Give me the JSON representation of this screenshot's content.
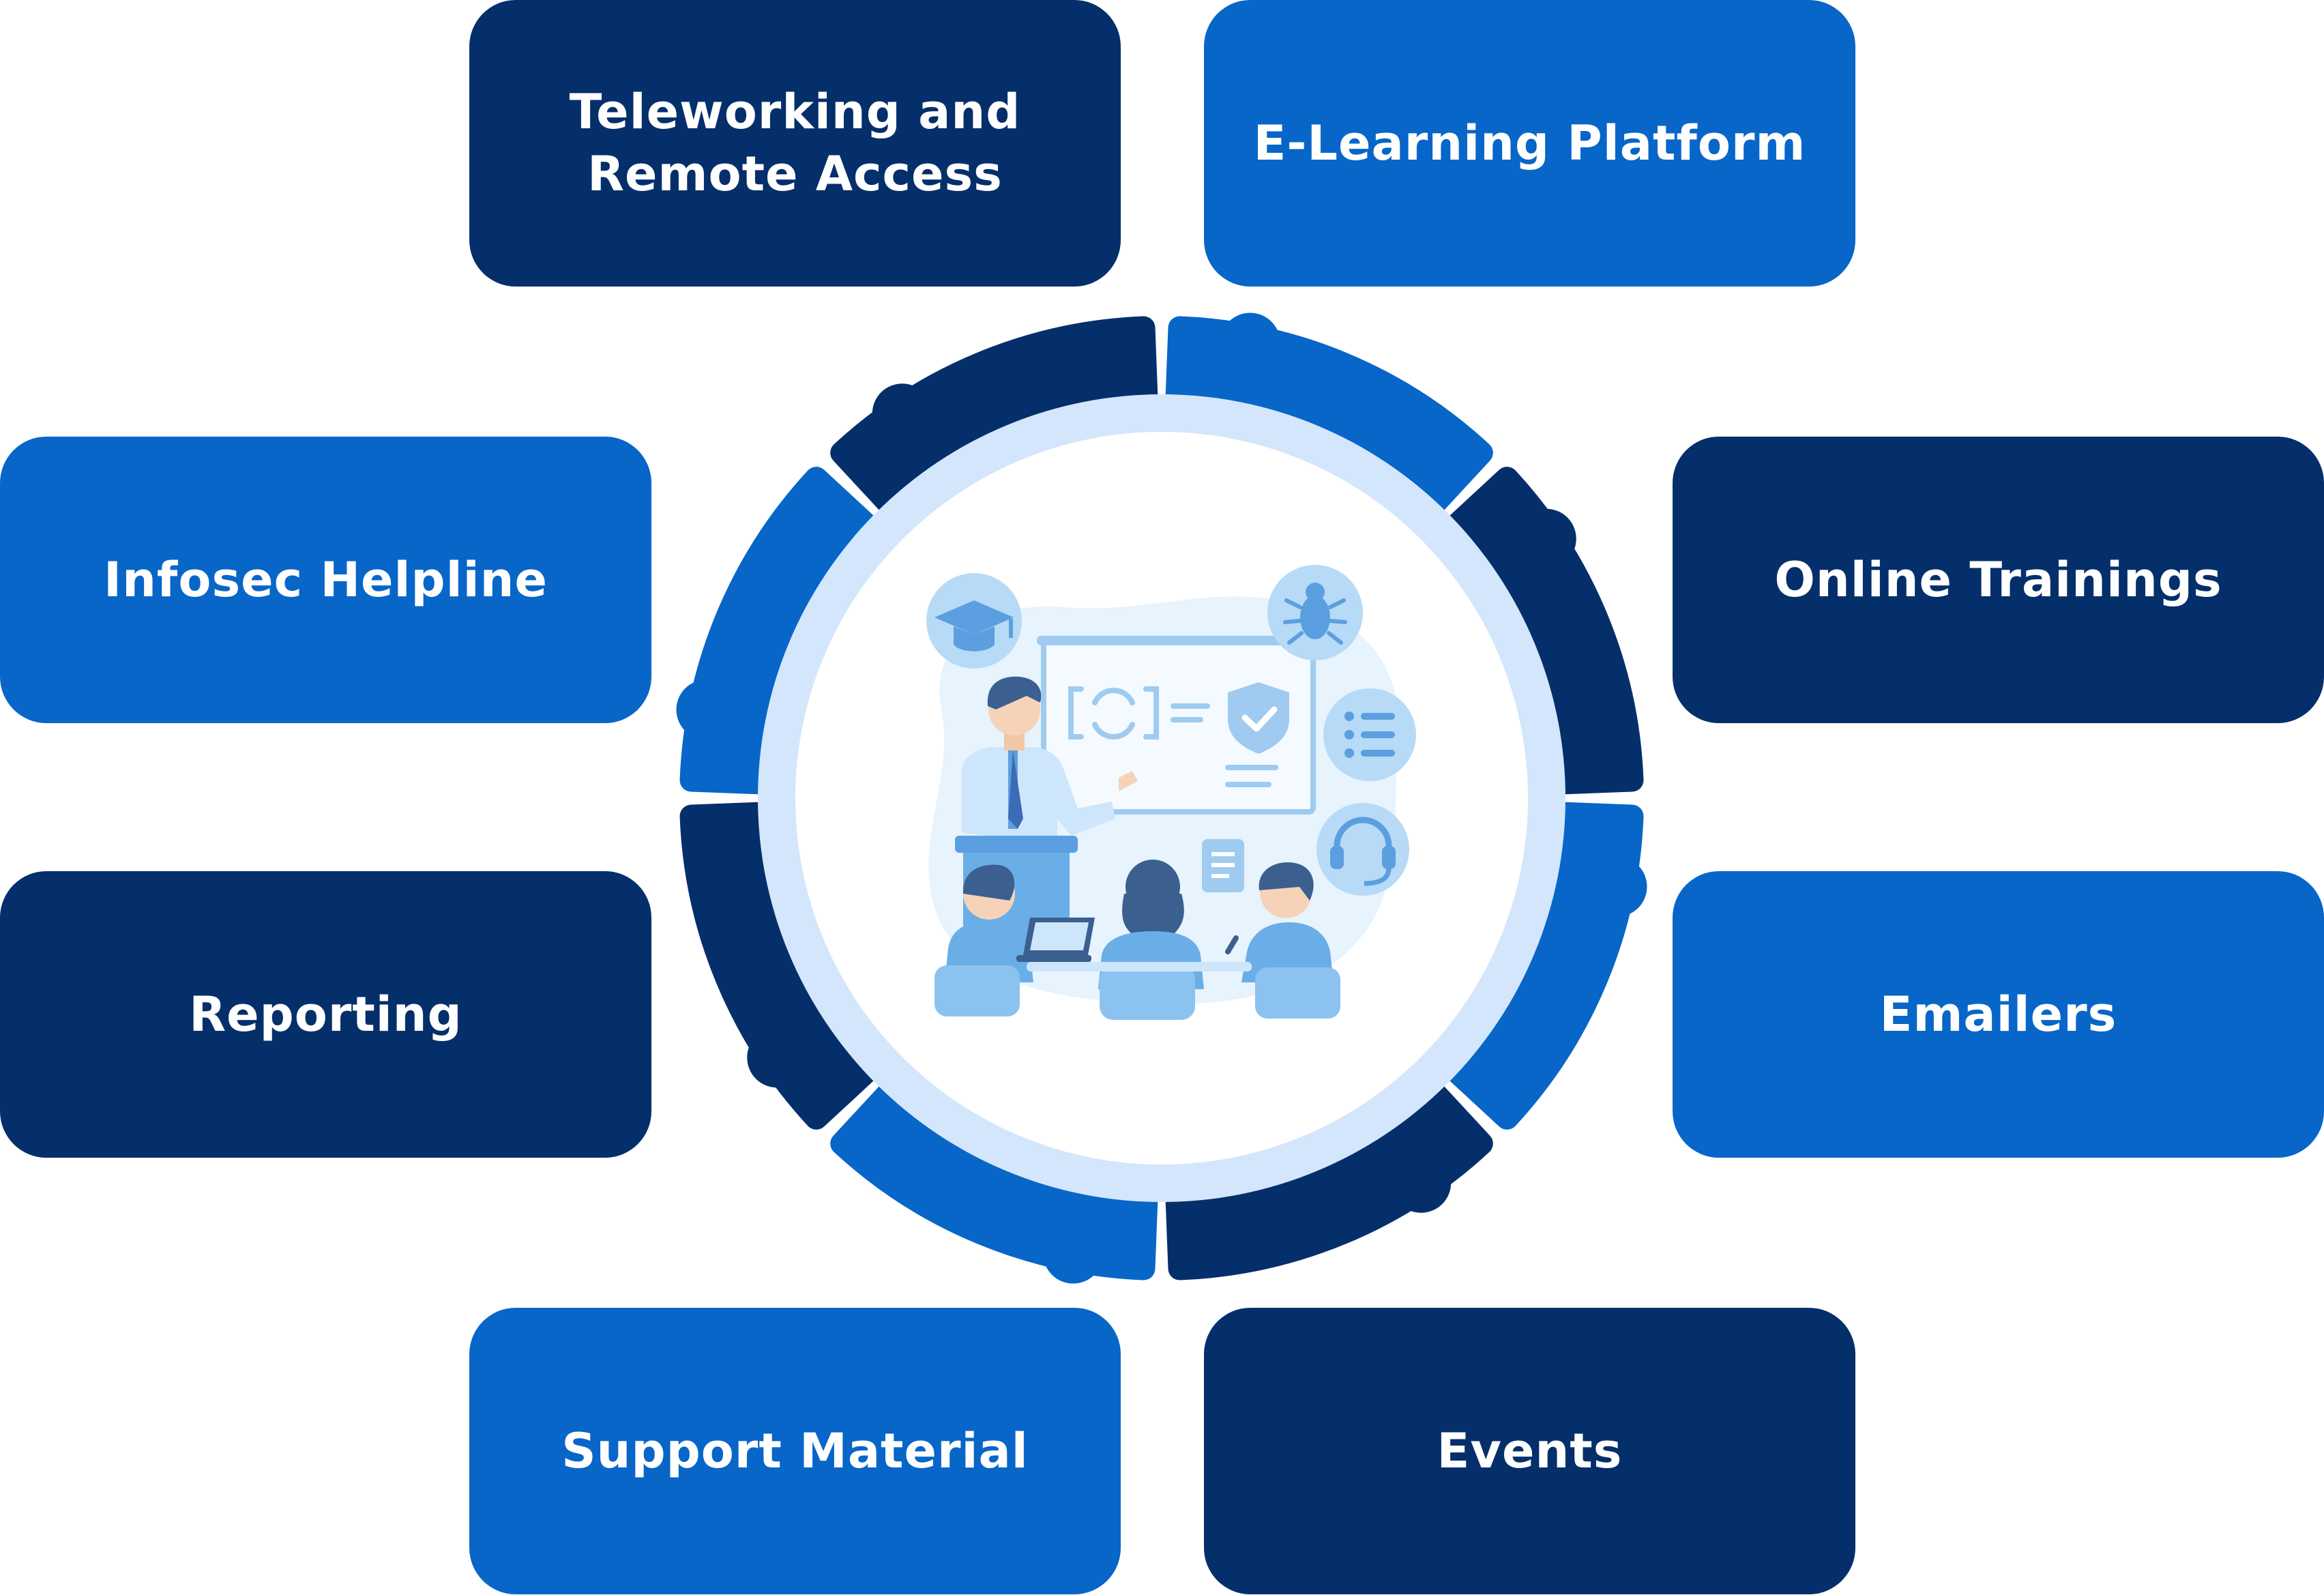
{
  "items": [
    {
      "label_line1": "Teleworking and",
      "label_line2": "Remote Access"
    },
    {
      "label": "E-Learning Platform"
    },
    {
      "label": "Infosec Helpline"
    },
    {
      "label": "Online Trainings"
    },
    {
      "label": "Reporting"
    },
    {
      "label": "Emailers"
    },
    {
      "label": "Support Material"
    },
    {
      "label": "Events"
    }
  ],
  "colors": {
    "dark": "#042f6b",
    "light": "#0766c8",
    "ring": "#d4e6fb",
    "illustration": "#6aaee8"
  },
  "icons": [
    "graduation-cap-icon",
    "bug-icon",
    "checklist-icon",
    "headset-icon",
    "shield-check-icon",
    "presenter-icon",
    "laptop-icon"
  ]
}
